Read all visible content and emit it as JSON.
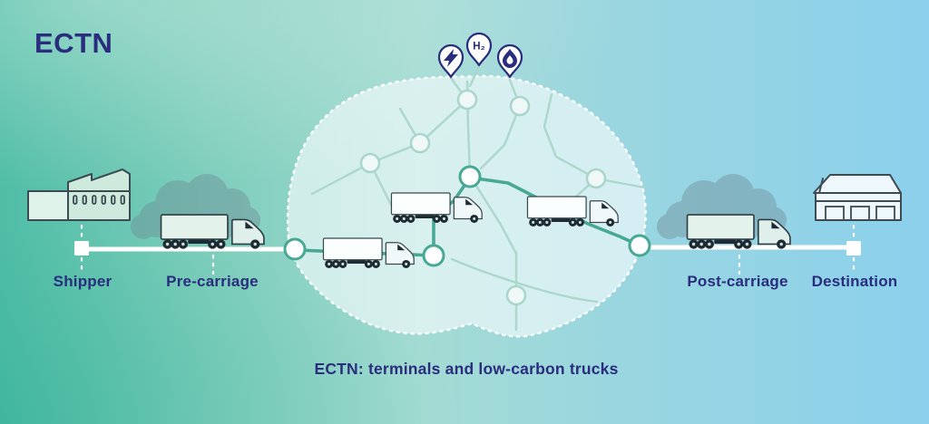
{
  "title": "ECTN",
  "caption": "ECTN: terminals and low-carbon trucks",
  "stages": [
    {
      "id": "shipper",
      "label": "Shipper"
    },
    {
      "id": "pre-carriage",
      "label": "Pre-carriage"
    },
    {
      "id": "post-carriage",
      "label": "Post-carriage"
    },
    {
      "id": "destination",
      "label": "Destination"
    }
  ],
  "network": {
    "pins": [
      {
        "type": "electricity",
        "icon": "lightning-icon"
      },
      {
        "type": "hydrogen",
        "icon": "h2-icon",
        "label": "H₂"
      },
      {
        "type": "biogas",
        "icon": "flame-icon"
      }
    ]
  },
  "colors": {
    "navy_text": "#2a2d7d",
    "route_green": "#47a893",
    "road_pale": "#abd7cd",
    "bg_teal": "#4fbda5",
    "bg_blue": "#8bd0ec",
    "smoke_gray": "#6e8a94",
    "zone_fill": "#f3fbfc"
  }
}
